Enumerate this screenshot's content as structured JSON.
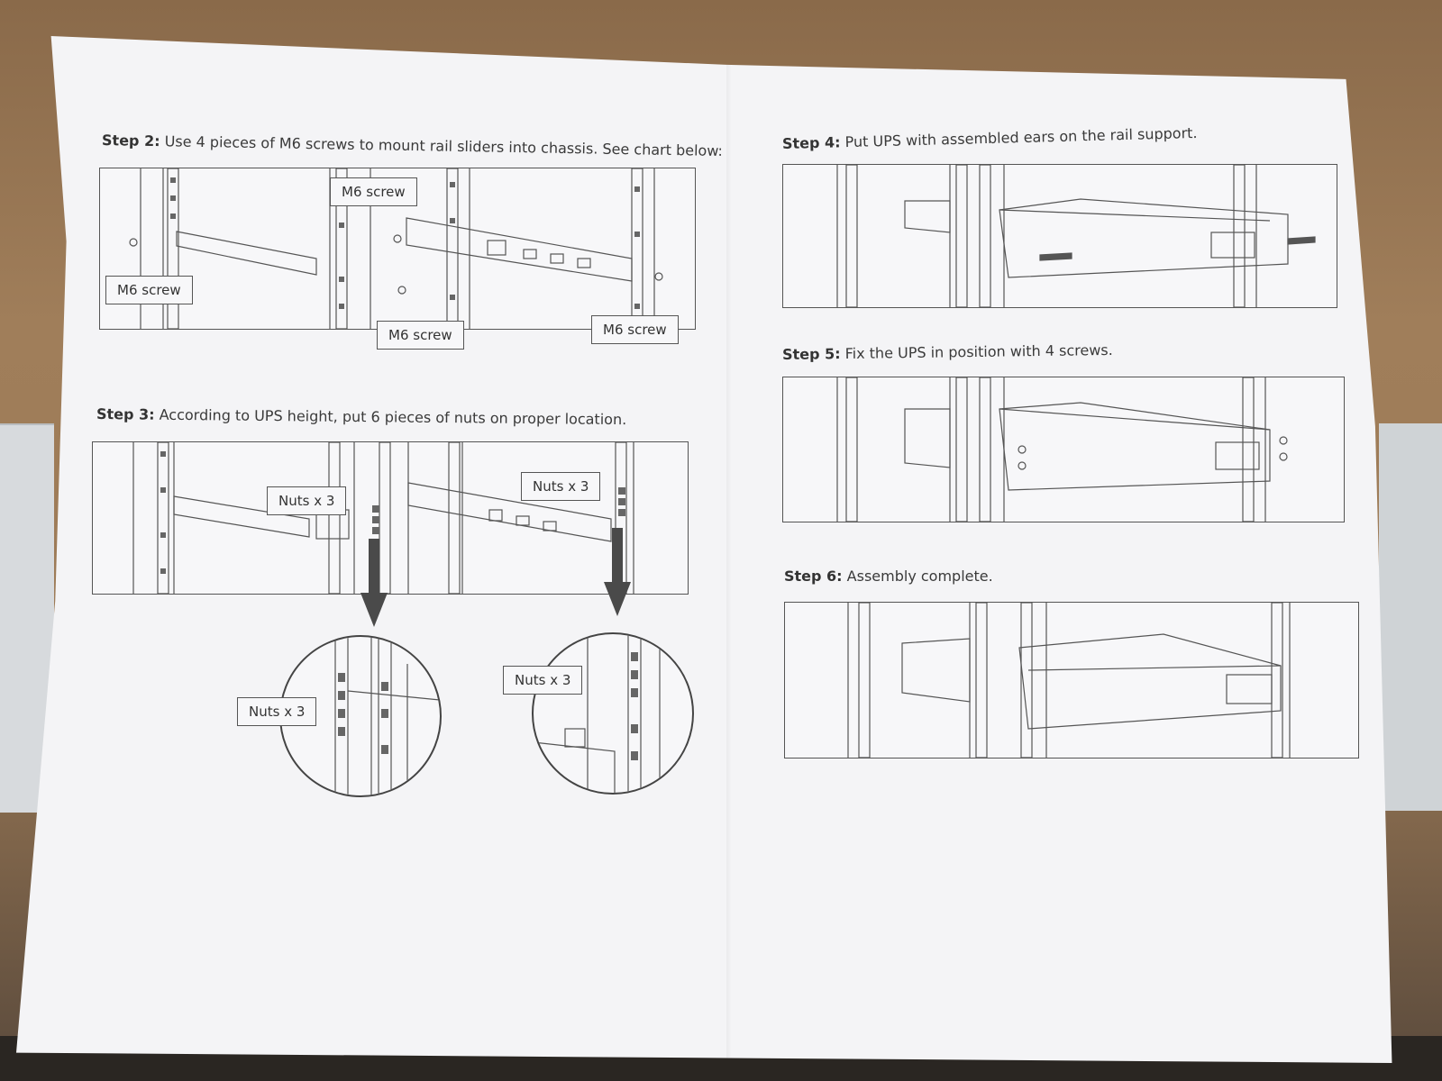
{
  "steps": {
    "step2": {
      "label": "Step 2:",
      "text": "Use 4 pieces of M6 screws to mount rail sliders into chassis.   See chart below:"
    },
    "step3": {
      "label": "Step 3:",
      "text": "According to UPS height, put 6 pieces of nuts on proper location."
    },
    "step4": {
      "label": "Step 4:",
      "text": "Put UPS with assembled ears on the rail support."
    },
    "step5": {
      "label": "Step 5:",
      "text": "Fix the UPS in position with 4 screws."
    },
    "step6": {
      "label": "Step 6:",
      "text": "Assembly complete."
    }
  },
  "callouts": {
    "m6_a": "M6 screw",
    "m6_b": "M6 screw",
    "m6_c": "M6 screw",
    "m6_d": "M6 screw",
    "nuts_a": "Nuts x 3",
    "nuts_b": "Nuts x 3",
    "nuts_c": "Nuts x 3",
    "nuts_d": "Nuts x 3"
  },
  "colors": {
    "paper": "#f4f4f6",
    "ink": "#444444",
    "arrow": "#4a4a4a"
  }
}
